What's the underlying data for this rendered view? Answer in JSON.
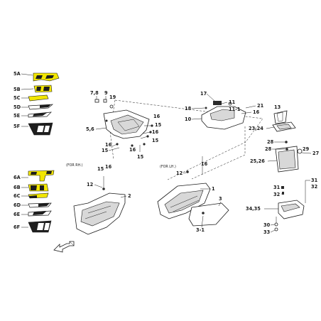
{
  "notes": {
    "rh": "(FOR RH.)",
    "lh": "(FOR LH.)"
  },
  "colors": {
    "decal_yellow": "#f2e600",
    "decal_dark": "#1e1e1e",
    "line": "#1a1a1a"
  },
  "decals_upper": [
    "5A",
    "5B",
    "5C",
    "5D",
    "5E",
    "5F"
  ],
  "decals_lower": [
    "6A",
    "6B",
    "6C",
    "6D",
    "6E",
    "6F"
  ],
  "callouts": {
    "c78": "7,8",
    "c9": "9",
    "c19": "19",
    "c56": "5,6",
    "c16a": "16",
    "c15a": "15",
    "c16b": "16",
    "c15b": "15",
    "c16c": "16",
    "c15c": "15",
    "c17": "17",
    "c11": "11",
    "c111": "11-1",
    "c18": "18",
    "c10": "10",
    "c21": "21",
    "c16d": "16",
    "c13": "13",
    "c2324": "23,24",
    "c28a": "28",
    "c28b": "28",
    "c29": "29",
    "c27": "27",
    "c2526": "25,26",
    "c15d": "15",
    "c16e": "16",
    "c12a": "12",
    "c2": "2",
    "c16f": "16",
    "c12b": "12",
    "c1": "1",
    "c3": "3",
    "c31": "3-1",
    "c31a": "31",
    "c32a": "32",
    "c31b": "31",
    "c32b": "32",
    "c3435": "34,35",
    "c30": "30",
    "c33": "33"
  }
}
